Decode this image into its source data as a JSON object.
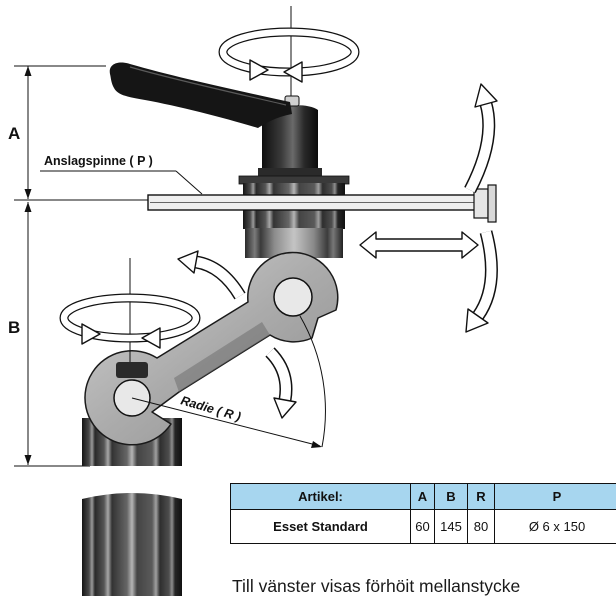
{
  "diagram": {
    "dimension_a_label": "A",
    "dimension_b_label": "B",
    "pin_label": "Anslagspinne ( P )",
    "radius_label": "Radie ( R )"
  },
  "table": {
    "headers": [
      "Artikel:",
      "A",
      "B",
      "R",
      "P"
    ],
    "rows": [
      [
        "Esset Standard",
        "60",
        "145",
        "80",
        "Ø 6 x 150"
      ]
    ]
  },
  "caption": "Till vänster visas förhöit mellanstycke",
  "colors": {
    "table_header_bg": "#a7d6ef"
  }
}
